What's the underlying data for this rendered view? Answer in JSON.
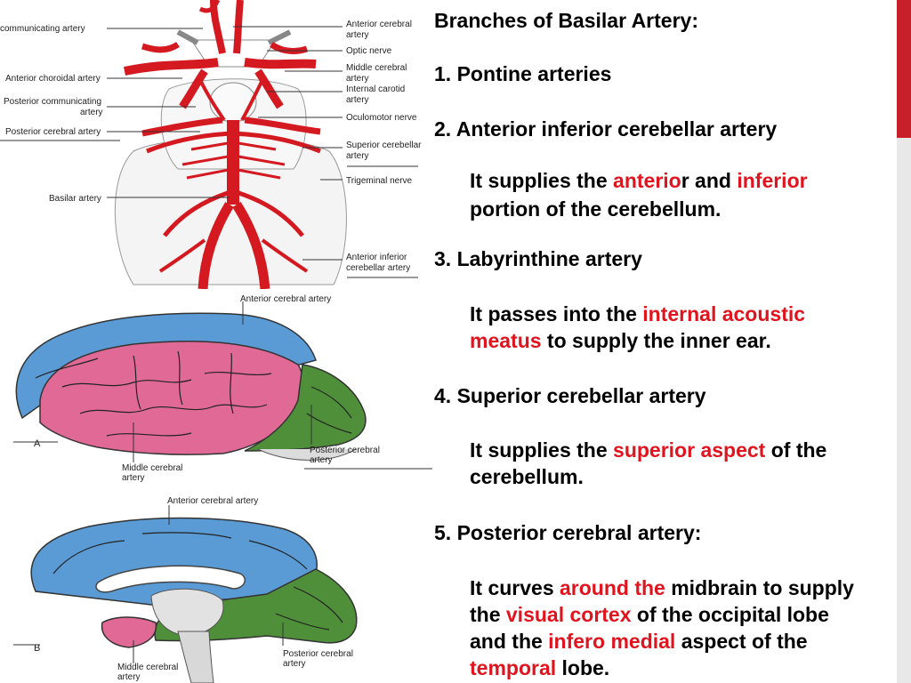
{
  "colors": {
    "accent_red": "#c8202a",
    "highlight": "#e0141e",
    "mca_pink": "#e06a95",
    "aca_blue": "#5b9bd5",
    "pca_green": "#4f8f3a"
  },
  "figure1": {
    "labels": {
      "comm": "communicating artery",
      "ant_chor": "Anterior choroidal artery",
      "post_comm_1": "Posterior communicating",
      "post_comm_2": "artery",
      "pca": "Posterior cerebral artery",
      "basilar": "Basilar artery",
      "aca_1": "Anterior cerebral",
      "aca_2": "artery",
      "optic": "Optic nerve",
      "mca_1": "Middle cerebral",
      "mca_2": "artery",
      "ica_1": "Internal carotid",
      "ica_2": "artery",
      "oculomotor": "Oculomotor nerve",
      "sca_1": "Superior cerebellar",
      "sca_2": "artery",
      "trigeminal": "Trigeminal nerve",
      "aica_1": "Anterior inferior",
      "aica_2": "cerebellar artery"
    }
  },
  "figure2": {
    "labels": {
      "aca": "Anterior cerebral artery",
      "mca_1": "Middle cerebral",
      "mca_2": "artery",
      "pca_1": "Posterior cerebral",
      "pca_2": "artery",
      "letter": "A"
    }
  },
  "figure3": {
    "labels": {
      "aca": "Anterior cerebral artery",
      "mca_1": "Middle cerebral",
      "mca_2": "artery",
      "pca_1": "Posterior cerebral",
      "pca_2": "artery",
      "letter": "B"
    }
  },
  "text": {
    "heading": "Branches of Basilar Artery:",
    "item1": "1.   Pontine arteries",
    "item2": "2.   Anterior inferior cerebellar artery",
    "aica": {
      "t1": "It supplies the ",
      "r1": "anterio",
      "t2": "r and ",
      "r2": "inferior",
      "t3": "portion of the cerebellum."
    },
    "item3": "3. Labyrinthine artery",
    "lab": {
      "t1": " It passes into the ",
      "r1": "internal acoustic",
      "r2": "meatus",
      "t2": " to supply the inner ear."
    },
    "item4": "4. Superior cerebellar artery",
    "sca": {
      "t1": " It supplies the ",
      "r1": "superior aspect",
      "t2": " of the",
      "t3": "cerebellum."
    },
    "item5": "5. Posterior cerebral artery:",
    "pca": {
      "t1": " It curves ",
      "r1": "around the",
      "t2": " midbrain to supply",
      "t3": "the ",
      "r2": "visual cortex",
      "t4": " of the occipital lobe",
      "t5": "and the ",
      "r3": "infero medial",
      "t6": " aspect of the",
      "r4": "temporal",
      "t7": " lobe."
    }
  }
}
